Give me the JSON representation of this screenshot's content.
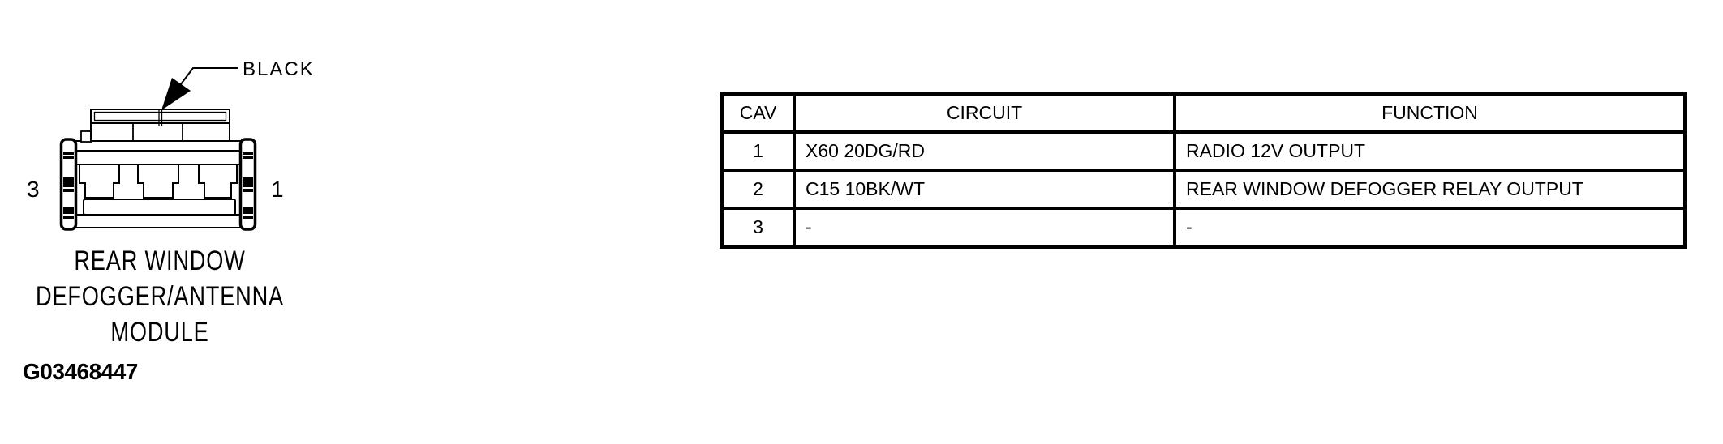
{
  "diagram": {
    "wire_color_label": "BLACK",
    "pin_left_label": "3",
    "pin_right_label": "1",
    "caption_line1": "REAR WINDOW",
    "caption_line2": "DEFOGGER/ANTENNA",
    "caption_line3": "MODULE",
    "figure_id": "G03468447"
  },
  "table": {
    "headers": [
      "CAV",
      "CIRCUIT",
      "FUNCTION"
    ],
    "rows": [
      {
        "cav": "1",
        "circuit": "X60 20DG/RD",
        "function": "RADIO 12V OUTPUT"
      },
      {
        "cav": "2",
        "circuit": "C15 10BK/WT",
        "function": "REAR WINDOW DEFOGGER RELAY OUTPUT"
      },
      {
        "cav": "3",
        "circuit": "-",
        "function": "-"
      }
    ]
  },
  "colors": {
    "line": "#000000",
    "background": "#ffffff"
  }
}
